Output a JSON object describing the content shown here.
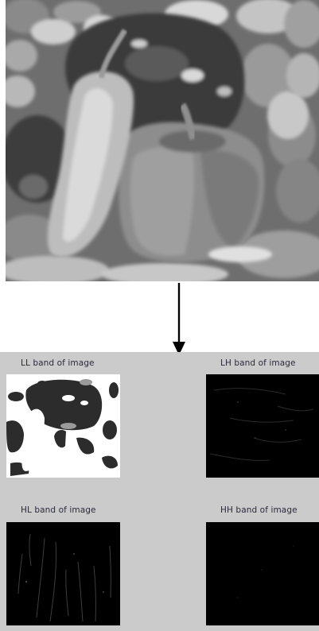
{
  "bands": {
    "ll": {
      "title": "LL band of image"
    },
    "lh": {
      "title": "LH band of image"
    },
    "hl": {
      "title": "HL band of image"
    },
    "hh": {
      "title": "HH band of image"
    }
  },
  "colors": {
    "panel_background": "#cbcbcb",
    "arrow": "#000000",
    "band_dark": "#000000"
  },
  "icons": {
    "arrow": "down-arrow-icon",
    "source": "peppers-grayscale-image"
  }
}
